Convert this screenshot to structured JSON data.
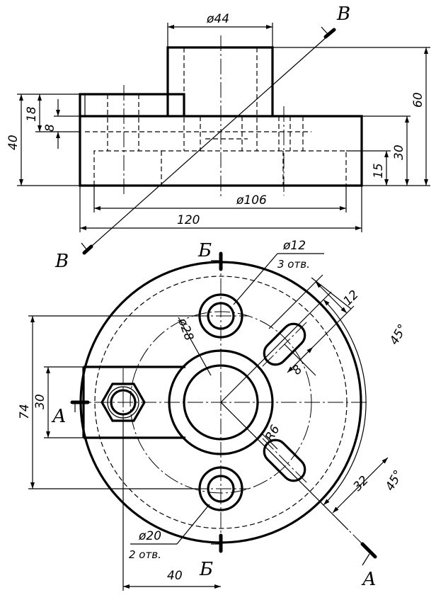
{
  "front_view": {
    "dims": {
      "d44": "ø44",
      "d60": "60",
      "d18": "18",
      "d8": "8",
      "d40": "40",
      "d30": "30",
      "d15": "15",
      "d106": "ø106",
      "d120": "120"
    },
    "section_label": "В"
  },
  "top_view": {
    "section_a": "А",
    "section_b": "Б",
    "hole_small_dia": "ø12",
    "hole_small_count": "3 отв.",
    "hole_big_dia": "ø20",
    "hole_big_count": "2 отв.",
    "dims": {
      "d28": "ø28",
      "r6": "R6",
      "d12": "12",
      "d8": "8",
      "a45_outer": "45°",
      "a45_inner": "45°",
      "d32": "32",
      "d74": "74",
      "d30": "30",
      "d40": "40"
    }
  }
}
